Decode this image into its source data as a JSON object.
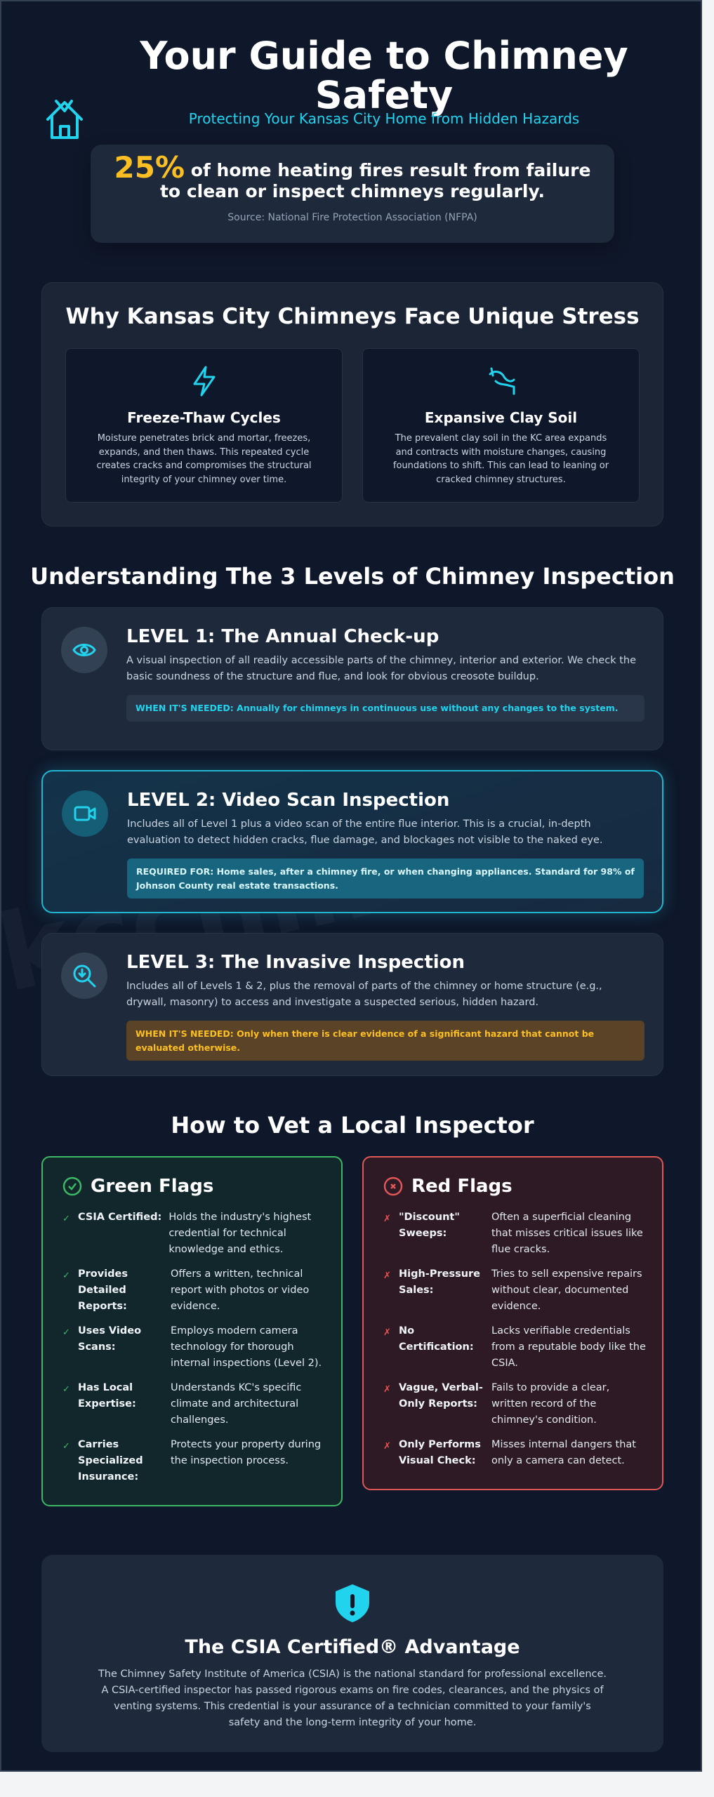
{
  "header": {
    "title": "Your Guide to Chimney Safety",
    "subtitle": "Protecting Your Kansas City Home from Hidden Hazards",
    "icon": "house-icon"
  },
  "stat": {
    "value": "25%",
    "text": "of home heating fires result from failure to clean or inspect chimneys regularly.",
    "source": "Source: National Fire Protection Association (NFPA)",
    "accent": "#fbbf24"
  },
  "stress": {
    "title": "Why Kansas City Chimneys Face Unique Stress",
    "items": [
      {
        "icon": "lightning-icon",
        "title": "Freeze-Thaw Cycles",
        "text": "Moisture penetrates brick and mortar, freezes, expands, and then thaws. This repeated cycle creates cracks and compromises the structural integrity of your chimney over time."
      },
      {
        "icon": "shift-icon",
        "title": "Expansive Clay Soil",
        "text": "The prevalent clay soil in the KC area expands and contracts with moisture changes, causing foundations to shift. This can lead to leaning or cracked chimney structures."
      }
    ]
  },
  "levels": {
    "title": "Understanding The 3 Levels of Chimney Inspection",
    "items": [
      {
        "icon": "eye-icon",
        "title": "LEVEL 1: The Annual Check-up",
        "text": "A visual inspection of all readily accessible parts of the chimney, interior and exterior. We check the basic soundness of the structure and flue, and look for obvious creosote buildup.",
        "callout": "WHEN IT'S NEEDED: Annually for chimneys in continuous use without any changes to the system."
      },
      {
        "icon": "video-camera-icon",
        "title": "LEVEL 2: Video Scan Inspection",
        "text": "Includes all of Level 1 plus a video scan of the entire flue interior. This is a crucial, in-depth evaluation to detect hidden cracks, flue damage, and blockages not visible to the naked eye.",
        "callout": "REQUIRED FOR: Home sales, after a chimney fire, or when changing appliances. Standard for 98% of Johnson County real estate transactions."
      },
      {
        "icon": "magnify-icon",
        "title": "LEVEL 3: The Invasive Inspection",
        "text": "Includes all of Levels 1 & 2, plus the removal of parts of the chimney or home structure (e.g., drywall, masonry) to access and investigate a suspected serious, hidden hazard.",
        "callout": "WHEN IT'S NEEDED: Only when there is clear evidence of a significant hazard that cannot be evaluated otherwise."
      }
    ]
  },
  "vet": {
    "title": "How to Vet a Local Inspector",
    "green": {
      "title": "Green Flags",
      "mark": "✓",
      "items": [
        {
          "label": "CSIA Certified:",
          "text": "Holds the industry's highest credential for technical knowledge and ethics."
        },
        {
          "label": "Provides Detailed Reports:",
          "text": "Offers a written, technical report with photos or video evidence."
        },
        {
          "label": "Uses Video Scans:",
          "text": "Employs modern camera technology for thorough internal inspections (Level 2)."
        },
        {
          "label": "Has Local Expertise:",
          "text": "Understands KC's specific climate and architectural challenges."
        },
        {
          "label": "Carries Specialized Insurance:",
          "text": "Protects your property during the inspection process."
        }
      ]
    },
    "red": {
      "title": "Red Flags",
      "mark": "✗",
      "items": [
        {
          "label": "\"Discount\" Sweeps:",
          "text": "Often a superficial cleaning that misses critical issues like flue cracks."
        },
        {
          "label": "High-Pressure Sales:",
          "text": "Tries to sell expensive repairs without clear, documented evidence."
        },
        {
          "label": "No Certification:",
          "text": "Lacks verifiable credentials from a reputable body like the CSIA."
        },
        {
          "label": "Vague, Verbal-Only Reports:",
          "text": "Fails to provide a clear, written record of the chimney's condition."
        },
        {
          "label": "Only Performs Visual Check:",
          "text": "Misses internal dangers that only a camera can detect."
        }
      ]
    }
  },
  "csia": {
    "icon": "shield-alert-icon",
    "title": "The CSIA Certified® Advantage",
    "text": "The Chimney Safety Institute of America (CSIA) is the national standard for professional excellence. A CSIA-certified inspector has passed rigorous exams on fire codes, clearances, and the physics of venting systems. This credential is your assurance of a technician committed to your family's safety and the long-term integrity of your home."
  },
  "watermark": "kcchimney",
  "colors": {
    "background": "#0f172a",
    "accent": "#22d3ee",
    "green": "#3cb866",
    "red": "#e05757"
  }
}
